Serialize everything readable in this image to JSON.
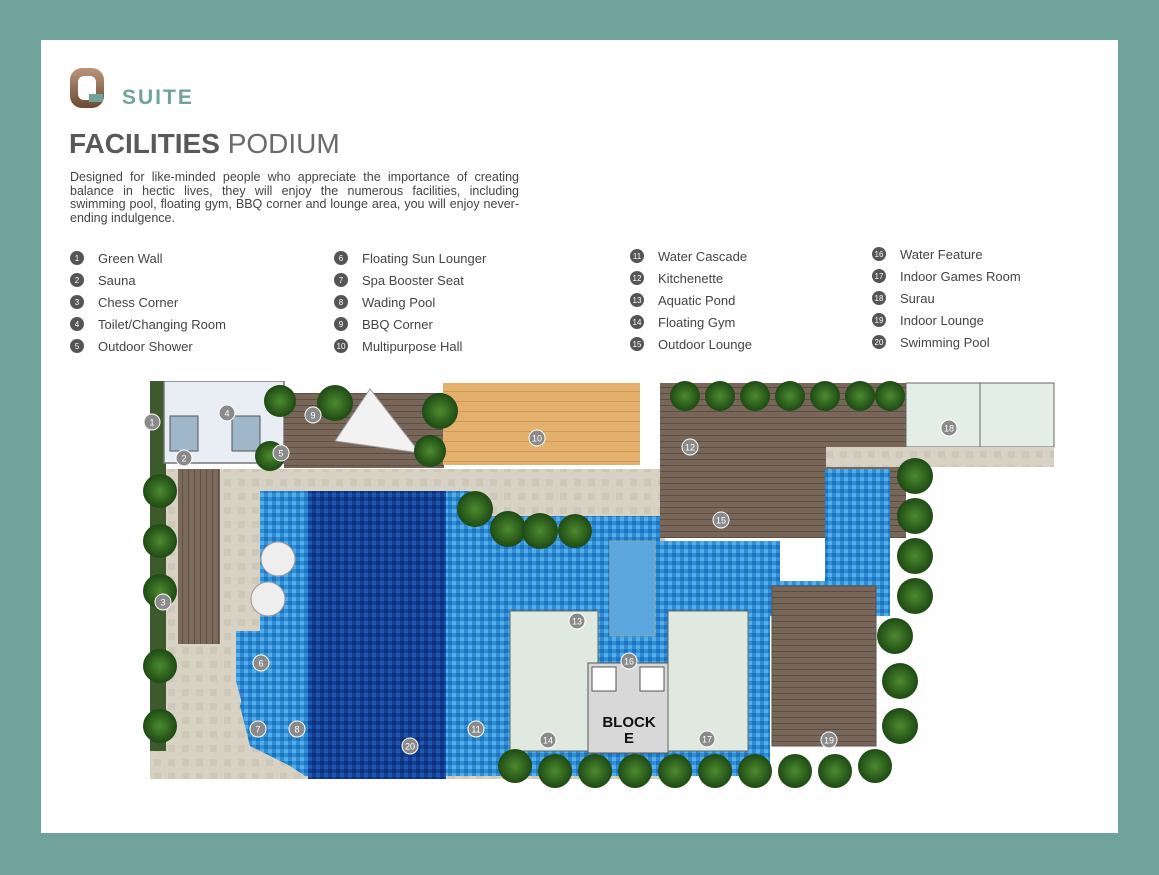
{
  "brand": {
    "logo_letter": "Q",
    "logo_word": "SUITE",
    "accent": "#6fa39b",
    "logo_brown": "#8a6a52"
  },
  "title": {
    "bold": "FACILITIES",
    "light": "PODIUM"
  },
  "description": "Designed for like-minded people who appreciate the importance of creating balance in hectic lives, they will enjoy the numerous facilities, including swimming pool, floating gym, BBQ corner and lounge area, you will enjoy never-ending indulgence.",
  "legend": [
    [
      {
        "n": "1",
        "label": "Green Wall"
      },
      {
        "n": "2",
        "label": "Sauna"
      },
      {
        "n": "3",
        "label": "Chess Corner"
      },
      {
        "n": "4",
        "label": "Toilet/Changing Room"
      },
      {
        "n": "5",
        "label": "Outdoor Shower"
      }
    ],
    [
      {
        "n": "6",
        "label": "Floating Sun Lounger"
      },
      {
        "n": "7",
        "label": "Spa Booster Seat"
      },
      {
        "n": "8",
        "label": "Wading Pool"
      },
      {
        "n": "9",
        "label": "BBQ Corner"
      },
      {
        "n": "10",
        "label": "Multipurpose Hall"
      }
    ],
    [
      {
        "n": "11",
        "label": "Water Cascade"
      },
      {
        "n": "12",
        "label": "Kitchenette"
      },
      {
        "n": "13",
        "label": "Aquatic Pond"
      },
      {
        "n": "14",
        "label": "Floating Gym"
      },
      {
        "n": "15",
        "label": "Outdoor Lounge"
      }
    ],
    [
      {
        "n": "16",
        "label": "Water Feature"
      },
      {
        "n": "17",
        "label": "Indoor Games Room"
      },
      {
        "n": "18",
        "label": "Surau"
      },
      {
        "n": "19",
        "label": "Indoor Lounge"
      },
      {
        "n": "20",
        "label": "Swimming Pool"
      }
    ]
  ],
  "plan": {
    "block_label_line1": "BLOCK",
    "block_label_line2": "E",
    "markers": [
      "1",
      "2",
      "3",
      "4",
      "5",
      "6",
      "7",
      "8",
      "9",
      "10",
      "11",
      "12",
      "13",
      "14",
      "15",
      "16",
      "17",
      "18",
      "19",
      "20"
    ]
  }
}
